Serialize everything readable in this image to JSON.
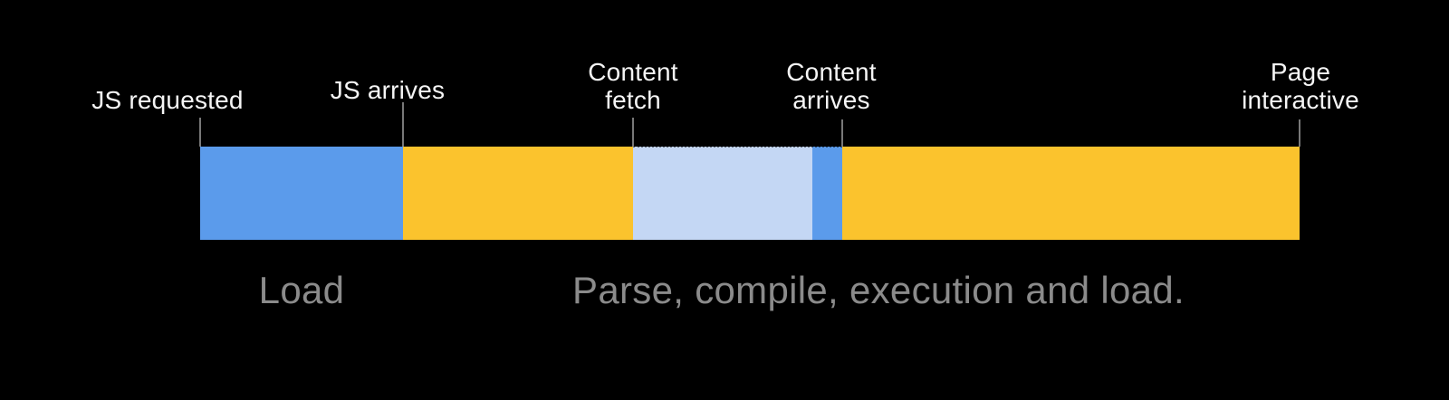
{
  "diagram": {
    "title_implied": "JavaScript loading timeline",
    "colors": {
      "background": "#000000",
      "blue": "#5B9BEB",
      "yellow": "#FBC32D",
      "light_blue": "#C4D7F4",
      "tick": "#787878",
      "marker_text": "#F5F5F5",
      "phase_text": "#8B8B8B"
    },
    "markers": [
      {
        "label": "JS requested"
      },
      {
        "label": "JS arrives"
      },
      {
        "label": "Content\nfetch"
      },
      {
        "label": "Content\narrives"
      },
      {
        "label": "Page\ninteractive"
      }
    ],
    "segments": [
      {
        "name": "js-download",
        "color": "#5B9BEB"
      },
      {
        "name": "parse-1",
        "color": "#FBC32D"
      },
      {
        "name": "content-fetch",
        "color": "#C4D7F4"
      },
      {
        "name": "content-wait",
        "color": "#5B9BEB"
      },
      {
        "name": "parse-2",
        "color": "#FBC32D"
      }
    ],
    "phases": [
      {
        "label": "Load"
      },
      {
        "label": "Parse, compile, execution and load."
      }
    ]
  }
}
